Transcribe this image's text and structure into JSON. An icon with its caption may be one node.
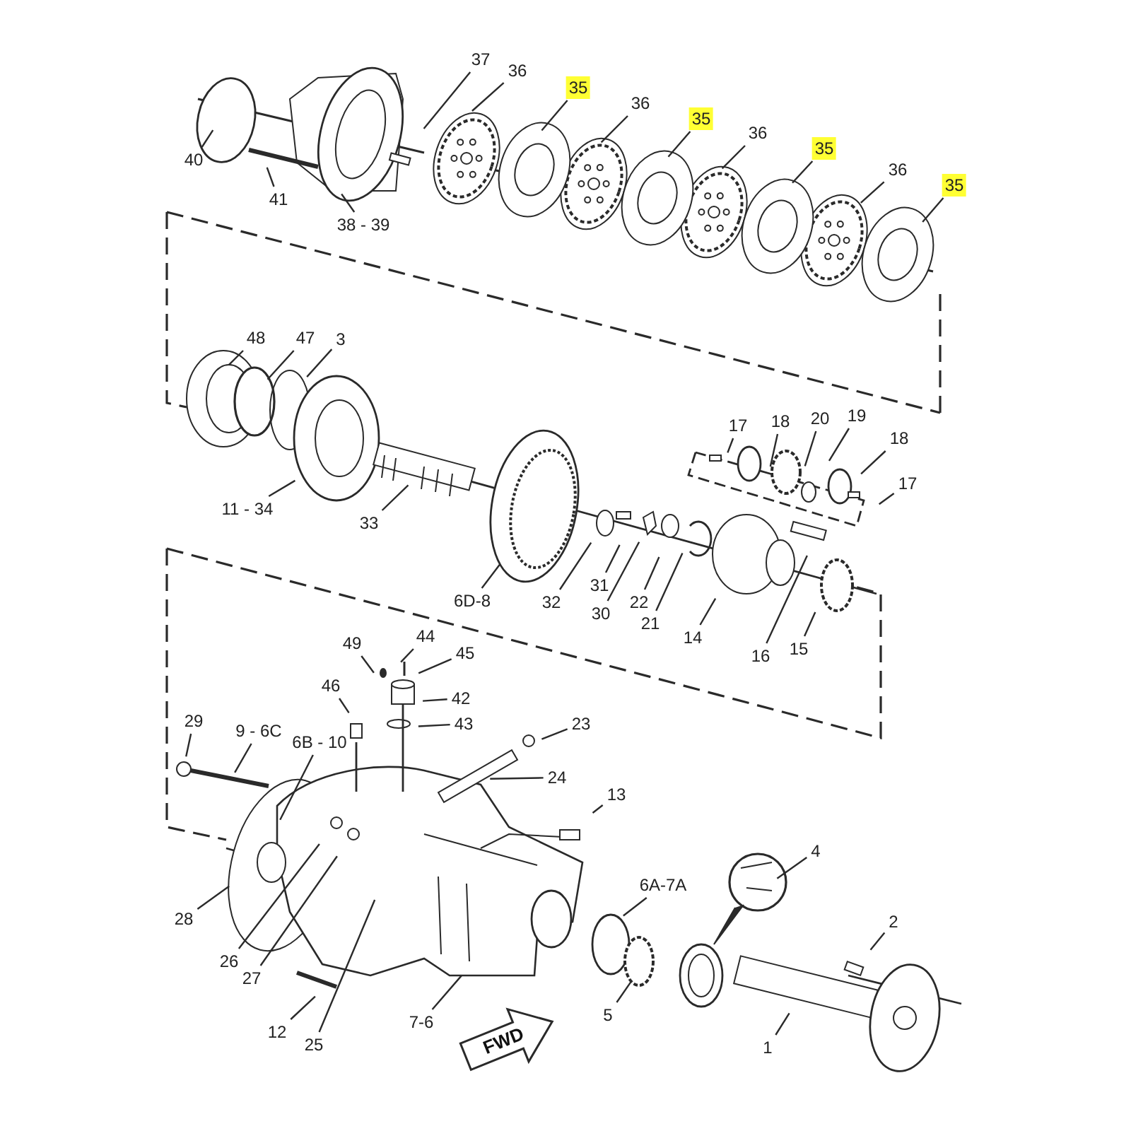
{
  "diagram": {
    "nodes": [
      {
        "text": [
          "37"
        ]
      },
      {
        "text": [
          "36"
        ]
      },
      {
        "text": [
          "35"
        ]
      },
      {
        "text": [
          "36"
        ]
      },
      {
        "text": [
          "35"
        ]
      },
      {
        "text": [
          "36"
        ]
      },
      {
        "text": [
          "35"
        ]
      },
      {
        "text": [
          "36"
        ]
      },
      {
        "text": [
          "35"
        ]
      },
      {
        "text": [
          "40"
        ]
      },
      {
        "text": [
          "41"
        ]
      },
      {
        "text": [
          "38 - 39"
        ]
      },
      {
        "text": [
          "48"
        ]
      },
      {
        "text": [
          "47"
        ]
      },
      {
        "text": [
          "3"
        ]
      },
      {
        "text": [
          "11 - 34"
        ]
      },
      {
        "text": [
          "33"
        ]
      },
      {
        "text": [
          "6D-8"
        ]
      },
      {
        "text": [
          "32"
        ]
      },
      {
        "text": [
          "31"
        ]
      },
      {
        "text": [
          "30"
        ]
      },
      {
        "text": [
          "22"
        ]
      },
      {
        "text": [
          "21"
        ]
      },
      {
        "text": [
          "14"
        ]
      },
      {
        "text": [
          "16"
        ]
      },
      {
        "text": [
          "15"
        ]
      },
      {
        "text": [
          "17"
        ]
      },
      {
        "text": [
          "18"
        ]
      },
      {
        "text": [
          "20"
        ]
      },
      {
        "text": [
          "19"
        ]
      },
      {
        "text": [
          "18"
        ]
      },
      {
        "text": [
          "17"
        ]
      },
      {
        "text": [
          "49"
        ]
      },
      {
        "text": [
          "44"
        ]
      },
      {
        "text": [
          "45"
        ]
      },
      {
        "text": [
          "42"
        ]
      },
      {
        "text": [
          "43"
        ]
      },
      {
        "text": [
          "46"
        ]
      },
      {
        "text": [
          "29"
        ]
      },
      {
        "text": [
          "9 - 6C"
        ]
      },
      {
        "text": [
          "6B - 10"
        ]
      },
      {
        "text": [
          "23"
        ]
      },
      {
        "text": [
          "24"
        ]
      },
      {
        "text": [
          "13"
        ]
      },
      {
        "text": [
          "28"
        ]
      },
      {
        "text": [
          "26"
        ]
      },
      {
        "text": [
          "27"
        ]
      },
      {
        "text": [
          "12"
        ]
      },
      {
        "text": [
          "25"
        ]
      },
      {
        "text": [
          "7-6"
        ]
      },
      {
        "text": [
          "5"
        ]
      },
      {
        "text": [
          "6A-7A"
        ]
      },
      {
        "text": [
          "4"
        ]
      },
      {
        "text": [
          "2"
        ]
      },
      {
        "text": [
          "1"
        ]
      },
      {
        "text": [
          "FWD"
        ]
      }
    ],
    "edges": [
      {
        "from": 0,
        "to": null,
        "arrow": "none"
      },
      {
        "from": 1,
        "to": null,
        "arrow": "none"
      },
      {
        "from": 2,
        "to": null,
        "arrow": "none"
      },
      {
        "from": 3,
        "to": null,
        "arrow": "none"
      },
      {
        "from": 4,
        "to": null,
        "arrow": "none"
      },
      {
        "from": 5,
        "to": null,
        "arrow": "none"
      },
      {
        "from": 6,
        "to": null,
        "arrow": "none"
      },
      {
        "from": 7,
        "to": null,
        "arrow": "none"
      },
      {
        "from": 8,
        "to": null,
        "arrow": "none"
      },
      {
        "from": 9,
        "to": null,
        "arrow": "none"
      },
      {
        "from": 10,
        "to": null,
        "arrow": "none"
      },
      {
        "from": 11,
        "to": null,
        "arrow": "none"
      },
      {
        "from": 12,
        "to": null,
        "arrow": "none"
      },
      {
        "from": 13,
        "to": null,
        "arrow": "none"
      },
      {
        "from": 14,
        "to": null,
        "arrow": "none"
      },
      {
        "from": 15,
        "to": null,
        "arrow": "none"
      },
      {
        "from": 16,
        "to": null,
        "arrow": "none"
      },
      {
        "from": 17,
        "to": null,
        "arrow": "none"
      },
      {
        "from": 18,
        "to": null,
        "arrow": "none"
      },
      {
        "from": 19,
        "to": null,
        "arrow": "none"
      },
      {
        "from": 20,
        "to": null,
        "arrow": "none"
      },
      {
        "from": 21,
        "to": null,
        "arrow": "none"
      },
      {
        "from": 22,
        "to": null,
        "arrow": "none"
      },
      {
        "from": 23,
        "to": null,
        "arrow": "none"
      },
      {
        "from": 24,
        "to": null,
        "arrow": "none"
      },
      {
        "from": 25,
        "to": null,
        "arrow": "none"
      },
      {
        "from": 26,
        "to": null,
        "arrow": "none"
      },
      {
        "from": 27,
        "to": null,
        "arrow": "none"
      },
      {
        "from": 28,
        "to": null,
        "arrow": "none"
      },
      {
        "from": 29,
        "to": null,
        "arrow": "none"
      },
      {
        "from": 30,
        "to": null,
        "arrow": "none"
      },
      {
        "from": 31,
        "to": null,
        "arrow": "none"
      },
      {
        "from": 32,
        "to": null,
        "arrow": "none"
      },
      {
        "from": 33,
        "to": null,
        "arrow": "none"
      },
      {
        "from": 34,
        "to": null,
        "arrow": "none"
      },
      {
        "from": 35,
        "to": null,
        "arrow": "none"
      },
      {
        "from": 36,
        "to": null,
        "arrow": "none"
      },
      {
        "from": 37,
        "to": null,
        "arrow": "none"
      },
      {
        "from": 38,
        "to": null,
        "arrow": "none"
      },
      {
        "from": 39,
        "to": null,
        "arrow": "none"
      },
      {
        "from": 40,
        "to": null,
        "arrow": "none"
      },
      {
        "from": 41,
        "to": null,
        "arrow": "none"
      },
      {
        "from": 42,
        "to": null,
        "arrow": "none"
      },
      {
        "from": 43,
        "to": null,
        "arrow": "none"
      },
      {
        "from": 44,
        "to": null,
        "arrow": "none"
      },
      {
        "from": 45,
        "to": null,
        "arrow": "none"
      },
      {
        "from": 46,
        "to": null,
        "arrow": "none"
      },
      {
        "from": 47,
        "to": null,
        "arrow": "none"
      },
      {
        "from": 48,
        "to": null,
        "arrow": "none"
      },
      {
        "from": 49,
        "to": null,
        "arrow": "none"
      },
      {
        "from": 50,
        "to": null,
        "arrow": "none"
      },
      {
        "from": 51,
        "to": null,
        "arrow": "none"
      },
      {
        "from": 52,
        "to": null,
        "arrow": "none"
      },
      {
        "from": 53,
        "to": null,
        "arrow": "none"
      },
      {
        "from": 54,
        "to": null,
        "arrow": "none"
      }
    ]
  }
}
